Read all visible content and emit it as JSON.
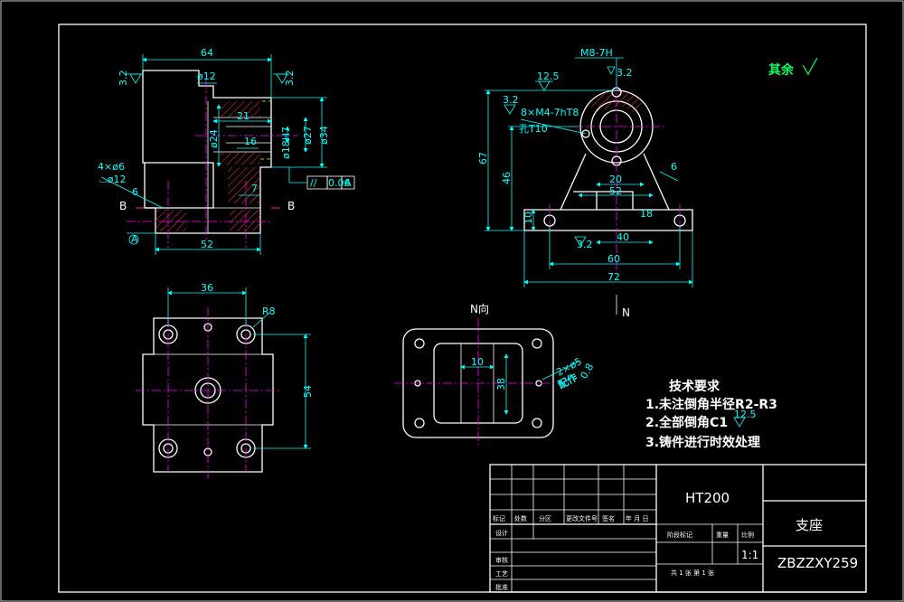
{
  "front_view": {
    "dim_top_width": "64",
    "dim_bore_small": "ø12",
    "dim_21": "21",
    "dim_bore_24": "ø24",
    "dim_bore_18h7": "ø18H7",
    "dim_bore_27": "ø27",
    "dim_bore_34": "ø34",
    "dim_16": "16",
    "dim_7": "7",
    "dim_bottom_width": "52",
    "holes_note_1": "4×ø6",
    "holes_note_2": "⌴ø12",
    "holes_note_depth": "6",
    "surface_left": "3.2",
    "surface_right": "3.2",
    "tolerance_value": "0.06",
    "tolerance_datum": "A",
    "tolerance_symbol": "//",
    "section_left": "B",
    "section_right": "B",
    "datum_label": "A"
  },
  "side_view": {
    "thread_note": "M8-7H",
    "surface_top": "12.5",
    "surface_top_sub": "3.2",
    "holes_note": "8×M4-7hT8",
    "holes_depth": "孔T10",
    "surface_mid": "3.2",
    "dim_height_67": "67",
    "dim_height_46": "46",
    "dim_height_10": "10",
    "dim_20": "20",
    "dim_52": "52",
    "dim_18": "18",
    "dim_6": "6",
    "dim_40": "40",
    "dim_60": "60",
    "dim_72": "72",
    "surface_bottom": "3.2",
    "view_label": "N"
  },
  "top_view": {
    "dim_36": "36",
    "dim_r8": "R8",
    "dim_54": "54"
  },
  "n_view": {
    "title": "N向",
    "dim_10": "10",
    "dim_38": "38",
    "hole_note_1": "2×ø5",
    "hole_note_2": "配作",
    "hole_note_3": "0.8"
  },
  "surface_rest": "其余",
  "requirements": {
    "title": "技术要求",
    "item1": "1.未注倒角半径R2-R3",
    "item2": "2.全部倒角C1",
    "item2_surface": "12.5",
    "item3": "3.铸件进行时效处理"
  },
  "title_block": {
    "material": "HT200",
    "part_name": "支座",
    "drawing_no": "ZBZZXY259",
    "scale_value": "1:1",
    "sheet_info": "共 1 张   第 1 张",
    "row_headers": [
      "标记",
      "处数",
      "分区",
      "更改文件号",
      "签名",
      "年 月 日"
    ],
    "left_labels": [
      "设计",
      "",
      "审核",
      "工艺",
      "批准"
    ],
    "stage_label": "阶段标记",
    "weight_label": "重量",
    "scale_label": "比例"
  },
  "colors": {
    "background": "#000000",
    "outline": "#ffffff",
    "dimension": "#00ffff",
    "centerline": "#ff00ff",
    "hidden": "#ffff00",
    "section": "#ff3333",
    "note_green": "#00ff66"
  }
}
